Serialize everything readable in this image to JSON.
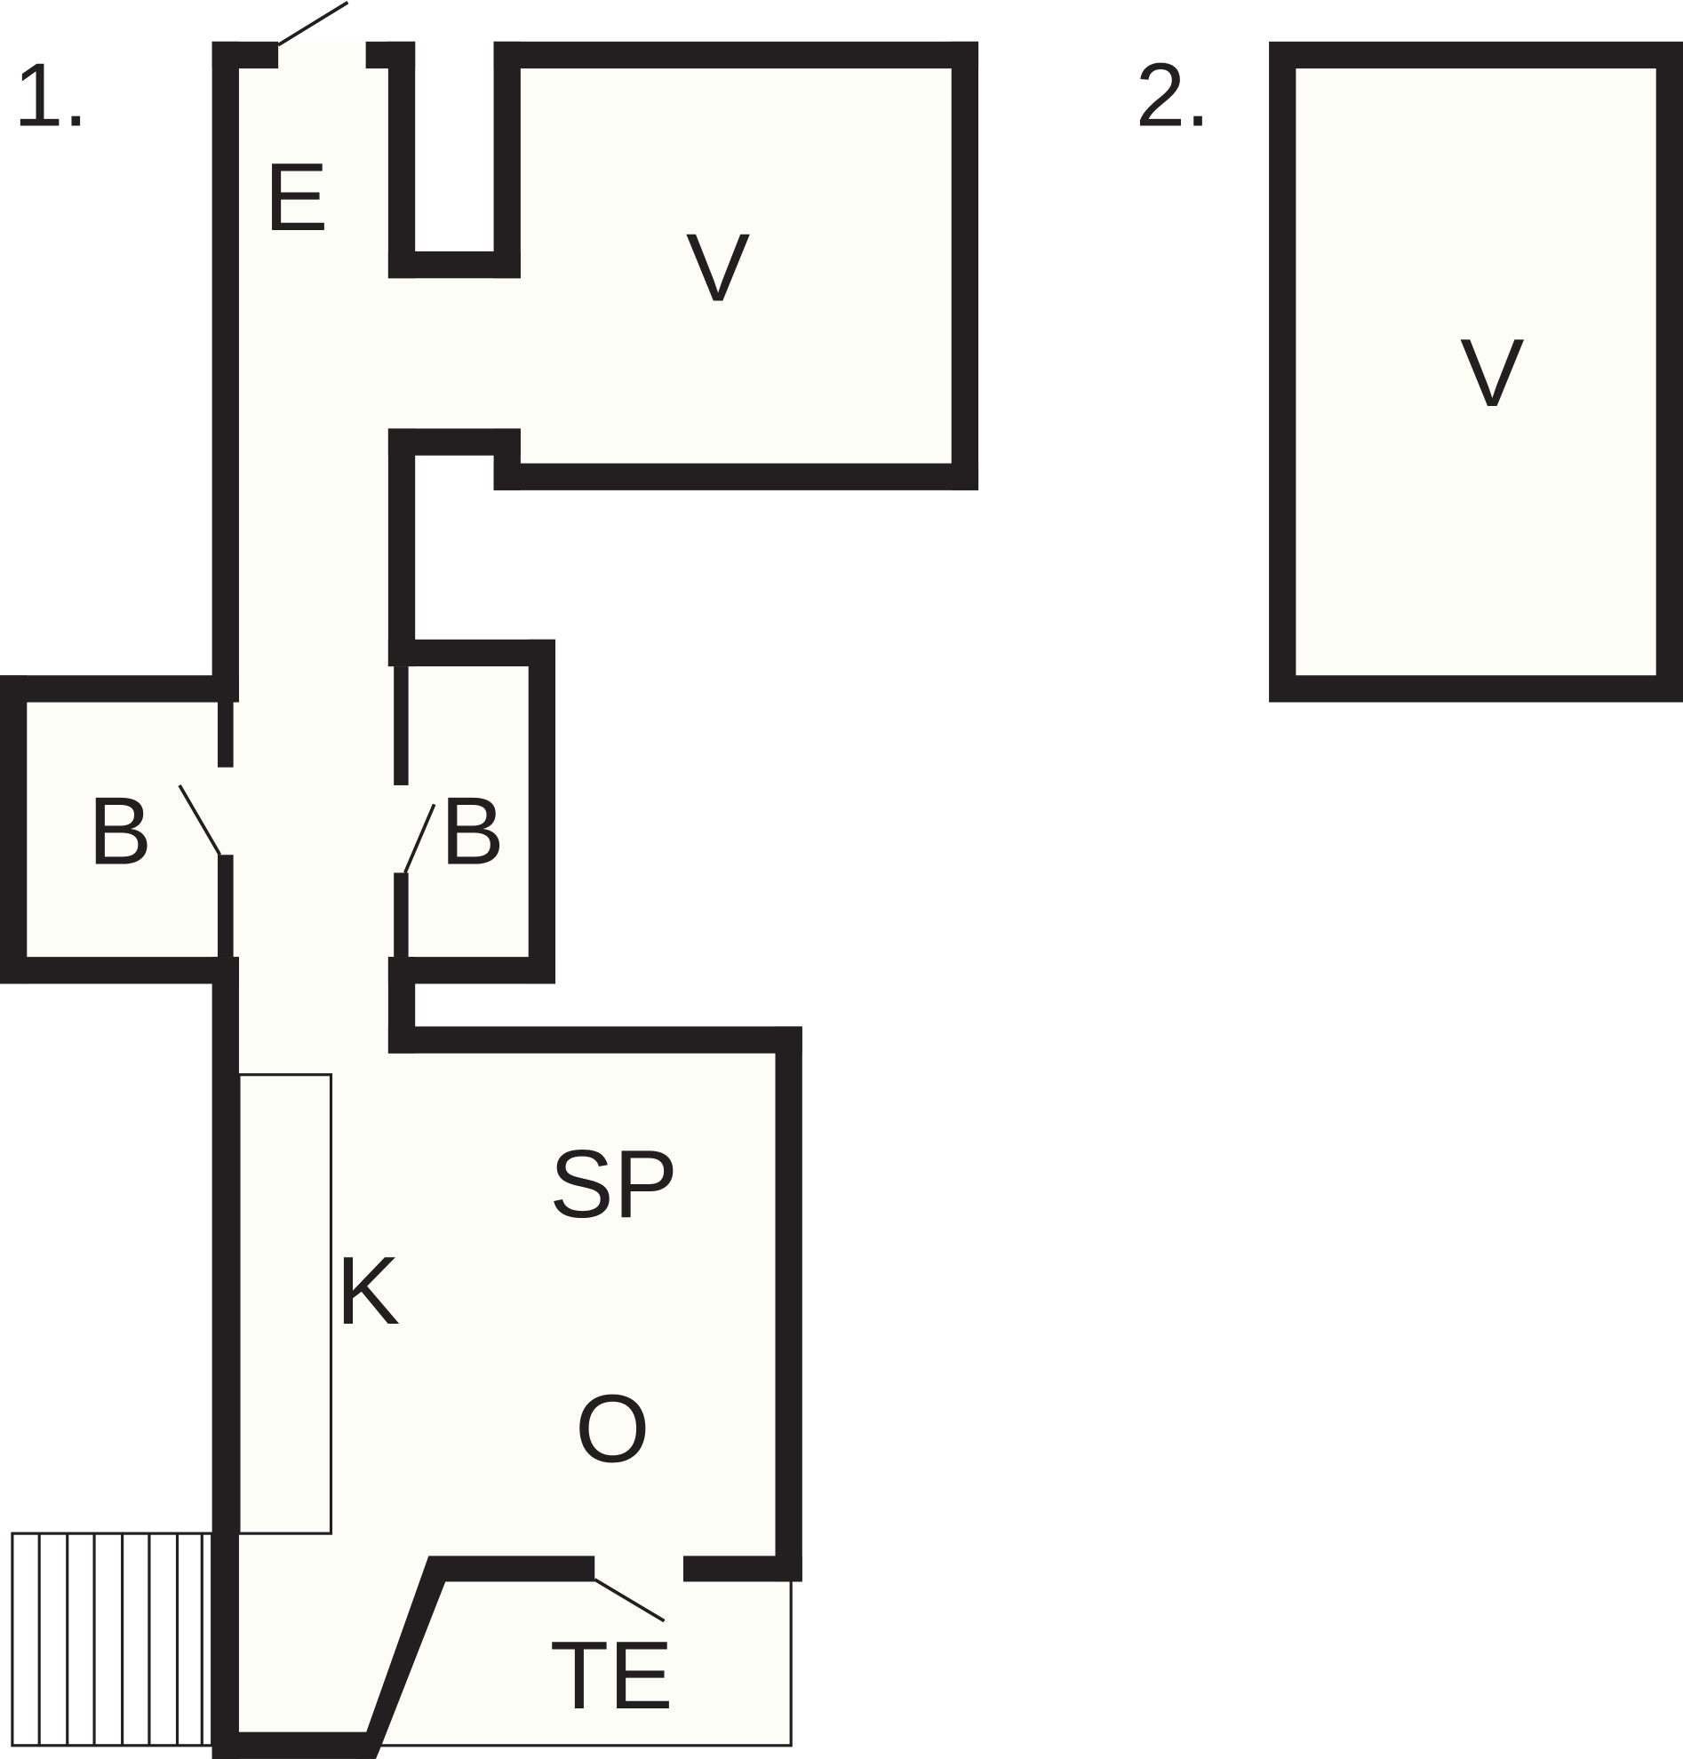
{
  "plans": [
    {
      "number": "1.",
      "rooms": {
        "entrance": "E",
        "living_room": "V",
        "bedroom_left": "B",
        "bedroom_right": "B",
        "dining": "SP",
        "kitchen": "K",
        "other": "O",
        "terrace": "TE"
      }
    },
    {
      "number": "2.",
      "rooms": {
        "living_room": "V"
      }
    }
  ],
  "colors": {
    "wall": "#231f20",
    "floor": "#fdfdf8",
    "background": "#ffffff"
  }
}
